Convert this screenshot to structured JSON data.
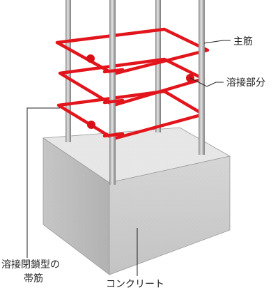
{
  "labels": {
    "main_rebar": "主筋",
    "weld_point": "溶接部分",
    "hoop_line1": "溶接閉鎖型の",
    "hoop_line2": "帯筋",
    "concrete": "コンクリート"
  },
  "colors": {
    "hoop": "#e3151c",
    "weld_dot": "#d90f16",
    "rebar": "#b9b9b9",
    "concrete_top": "#e6e6e6",
    "concrete_front": "#cfcfcf",
    "concrete_side": "#bdbdbd",
    "leader": "#222222"
  }
}
